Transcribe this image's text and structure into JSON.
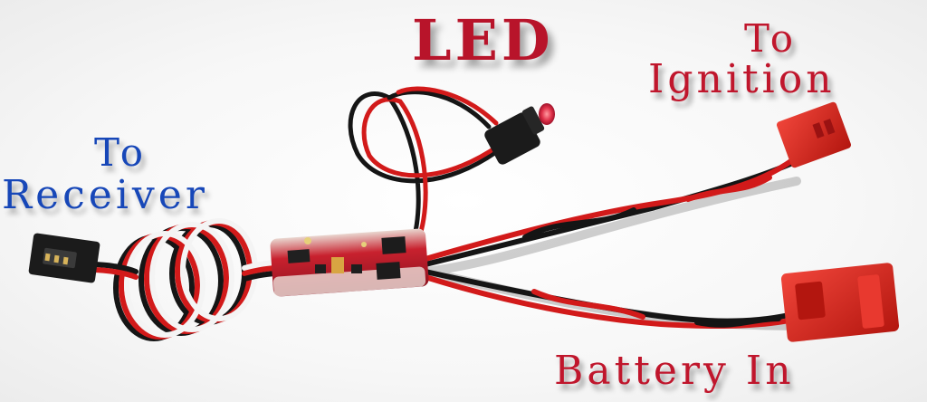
{
  "labels": {
    "led": "LED",
    "to_ignition_line1": "To",
    "to_ignition_line2": "Ignition",
    "to_receiver_line1": "To",
    "to_receiver_line2": "Receiver",
    "battery_in": "Battery In"
  },
  "colors": {
    "wire_red": "#d21a1a",
    "wire_black": "#151515",
    "wire_white": "#f4f4f4",
    "connector_red": "#d8231f",
    "connector_black": "#1b1b1b",
    "pcb_red": "#b21824",
    "label_red": "#c0162c",
    "label_blue": "#1747b8"
  }
}
